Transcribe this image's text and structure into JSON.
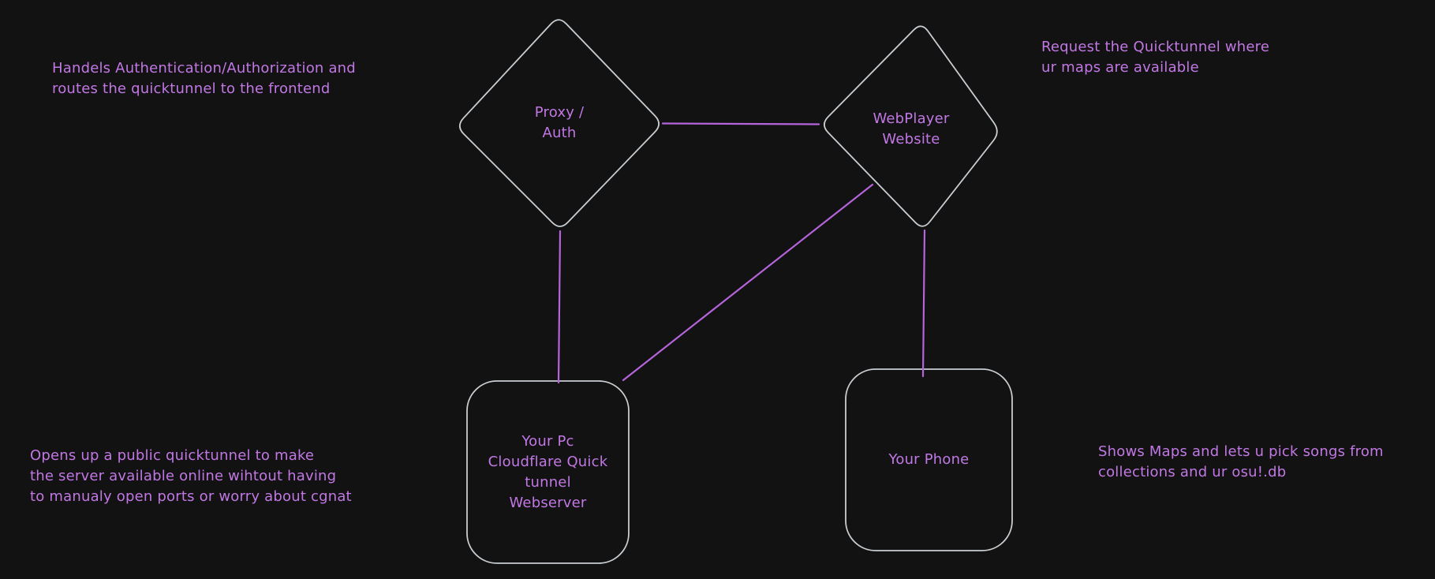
{
  "diagram": {
    "background_color": "#121212",
    "shape_stroke_color": "#c9ced3",
    "connector_color": "#b564dc",
    "text_color": "#c178e4",
    "nodes": [
      {
        "id": "proxy-auth",
        "shape": "diamond",
        "label": "Proxy /\nAuth"
      },
      {
        "id": "webplayer-website",
        "shape": "diamond",
        "label": "WebPlayer\nWebsite"
      },
      {
        "id": "your-pc",
        "shape": "rounded-rectangle",
        "label": "Your Pc\nCloudflare Quick\ntunnel\nWebserver"
      },
      {
        "id": "your-phone",
        "shape": "rounded-rectangle",
        "label": "Your Phone"
      }
    ],
    "edges": [
      {
        "from": "proxy-auth",
        "to": "webplayer-website"
      },
      {
        "from": "proxy-auth",
        "to": "your-pc"
      },
      {
        "from": "webplayer-website",
        "to": "your-pc"
      },
      {
        "from": "webplayer-website",
        "to": "your-phone"
      }
    ],
    "annotations": [
      {
        "id": "note-proxy-auth",
        "text": "Handels Authentication/Authorization and\nroutes the quicktunnel to the frontend"
      },
      {
        "id": "note-webplayer",
        "text": "Request the Quicktunnel where\nur maps are available"
      },
      {
        "id": "note-your-pc",
        "text": "Opens up a public quicktunnel to make\nthe server available online wihtout having\nto manualy open ports or worry about cgnat"
      },
      {
        "id": "note-your-phone",
        "text": "Shows Maps and lets u pick songs from\ncollections and ur osu!.db"
      }
    ]
  }
}
